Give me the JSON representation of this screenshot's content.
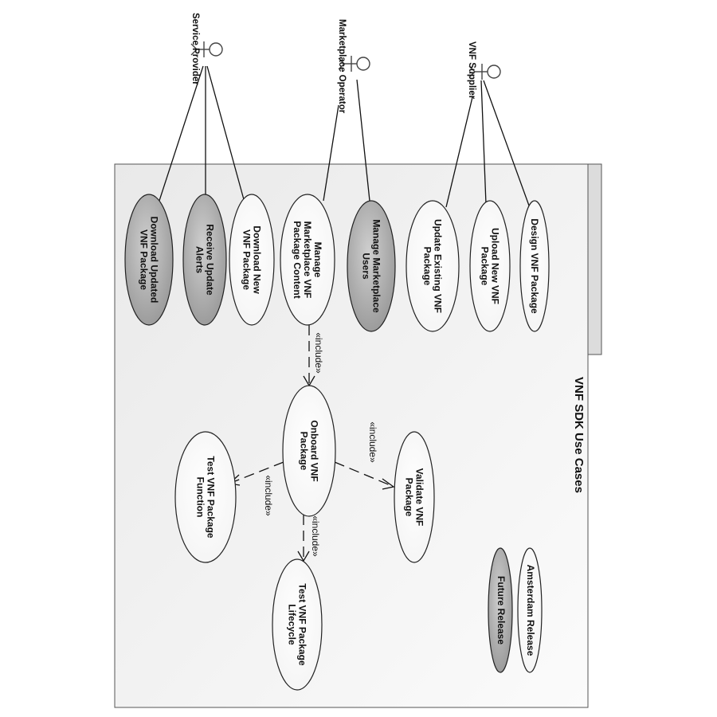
{
  "diagram": {
    "title": "VNF SDK Use Cases",
    "actors": [
      {
        "id": "service_provider",
        "label": "Service Provider"
      },
      {
        "id": "marketplace_operator",
        "label": "Marketplace Operator"
      },
      {
        "id": "vnf_supplier",
        "label": "VNF Supplier"
      }
    ],
    "use_cases": [
      {
        "id": "download_updated",
        "lines": [
          "Download Updated",
          "VNF Package"
        ],
        "style": "future"
      },
      {
        "id": "receive_alerts",
        "lines": [
          "Receive Update",
          "Alerts"
        ],
        "style": "future"
      },
      {
        "id": "download_new",
        "lines": [
          "Download New",
          "VNF Package"
        ],
        "style": "current"
      },
      {
        "id": "manage_content",
        "lines": [
          "Manage",
          "Marketplace VNF",
          "Package Content"
        ],
        "style": "current"
      },
      {
        "id": "manage_users",
        "lines": [
          "Manage Marketplace",
          "Users"
        ],
        "style": "future"
      },
      {
        "id": "update_existing",
        "lines": [
          "Update Existing VNF",
          "Package"
        ],
        "style": "current"
      },
      {
        "id": "upload_new",
        "lines": [
          "Upload New VNF",
          "Package"
        ],
        "style": "current"
      },
      {
        "id": "design_package",
        "lines": [
          "Design VNF Package"
        ],
        "style": "current"
      },
      {
        "id": "onboard",
        "lines": [
          "Onboard VNF",
          "Package"
        ],
        "style": "current"
      },
      {
        "id": "validate",
        "lines": [
          "Validate VNF",
          "Package"
        ],
        "style": "current"
      },
      {
        "id": "test_function",
        "lines": [
          "Test VNF Package",
          "Function"
        ],
        "style": "current"
      },
      {
        "id": "test_lifecycle",
        "lines": [
          "Test VNF Package",
          "Lifecycle"
        ],
        "style": "current"
      }
    ],
    "associations": [
      {
        "actor": "service_provider",
        "use_case": "download_updated"
      },
      {
        "actor": "service_provider",
        "use_case": "receive_alerts"
      },
      {
        "actor": "service_provider",
        "use_case": "download_new"
      },
      {
        "actor": "marketplace_operator",
        "use_case": "manage_content"
      },
      {
        "actor": "marketplace_operator",
        "use_case": "manage_users"
      },
      {
        "actor": "vnf_supplier",
        "use_case": "update_existing"
      },
      {
        "actor": "vnf_supplier",
        "use_case": "upload_new"
      },
      {
        "actor": "vnf_supplier",
        "use_case": "design_package"
      }
    ],
    "includes": [
      {
        "from": "manage_content",
        "to": "onboard",
        "label": "«include»"
      },
      {
        "from": "onboard",
        "to": "validate",
        "label": "«include»"
      },
      {
        "from": "onboard",
        "to": "test_function",
        "label": "«include»"
      },
      {
        "from": "onboard",
        "to": "test_lifecycle",
        "label": "«include»"
      }
    ],
    "legend": [
      {
        "label": "Amsterdam Release",
        "style": "current"
      },
      {
        "label": "Future Release",
        "style": "future"
      }
    ],
    "colors": {
      "system_fill": "#f4f4f4",
      "current_fill": "#ffffff",
      "future_fill": "#a8a8a8",
      "line": "#111111"
    }
  }
}
